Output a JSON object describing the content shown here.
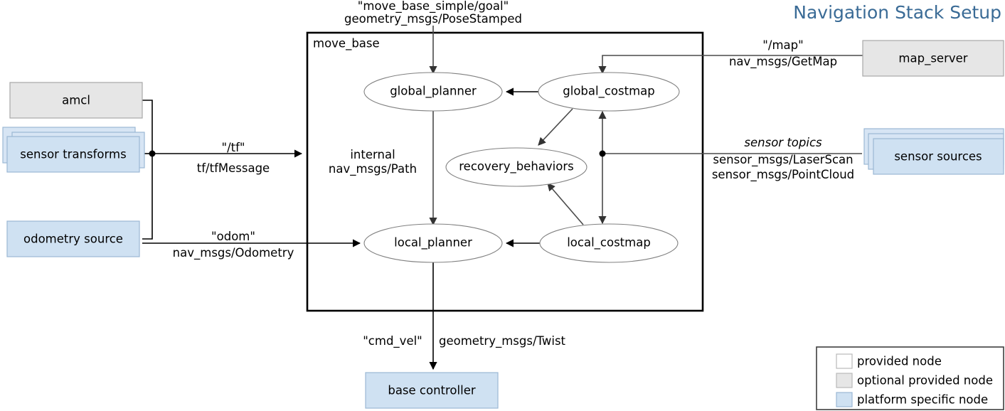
{
  "title": "Navigation Stack Setup",
  "container": {
    "label": "move_base"
  },
  "internal_nodes": [
    {
      "id": "global_planner",
      "label": "global_planner"
    },
    {
      "id": "global_costmap",
      "label": "global_costmap"
    },
    {
      "id": "recovery_behaviors",
      "label": "recovery_behaviors"
    },
    {
      "id": "local_planner",
      "label": "local_planner"
    },
    {
      "id": "local_costmap",
      "label": "local_costmap"
    }
  ],
  "external_nodes": [
    {
      "id": "amcl",
      "label": "amcl",
      "kind": "optional provided node"
    },
    {
      "id": "sensor_transforms",
      "label": "sensor transforms",
      "kind": "platform specific node",
      "stacked": true
    },
    {
      "id": "odometry_source",
      "label": "odometry source",
      "kind": "platform specific node"
    },
    {
      "id": "map_server",
      "label": "map_server",
      "kind": "optional provided node"
    },
    {
      "id": "sensor_sources",
      "label": "sensor sources",
      "kind": "platform specific node",
      "stacked": true
    },
    {
      "id": "base_controller",
      "label": "base controller",
      "kind": "platform specific node"
    }
  ],
  "edges": {
    "goal": {
      "topic": "\"move_base_simple/goal\"",
      "type": "geometry_msgs/PoseStamped"
    },
    "tf": {
      "topic": "\"/tf\"",
      "type": "tf/tfMessage"
    },
    "odom": {
      "topic": "\"odom\"",
      "type": "nav_msgs/Odometry"
    },
    "internal_path": {
      "topic": "internal",
      "type": "nav_msgs/Path"
    },
    "map": {
      "topic": "\"/map\"",
      "type": "nav_msgs/GetMap"
    },
    "sensor_topics": {
      "topic": "sensor topics",
      "type1": "sensor_msgs/LaserScan",
      "type2": "sensor_msgs/PointCloud"
    },
    "cmd_vel": {
      "topic": "\"cmd_vel\"",
      "type": "geometry_msgs/Twist"
    }
  },
  "legend": {
    "items": [
      {
        "label": "provided node",
        "color": "#ffffff"
      },
      {
        "label": "optional provided node",
        "color": "#e6e6e6"
      },
      {
        "label": "platform specific node",
        "color": "#cfe1f2"
      }
    ]
  },
  "colors": {
    "title": "#3a6b96",
    "optional_node_fill": "#e6e6e6",
    "platform_node_fill": "#cfe1f2",
    "provided_node_fill": "#ffffff",
    "edge": "#000000"
  }
}
